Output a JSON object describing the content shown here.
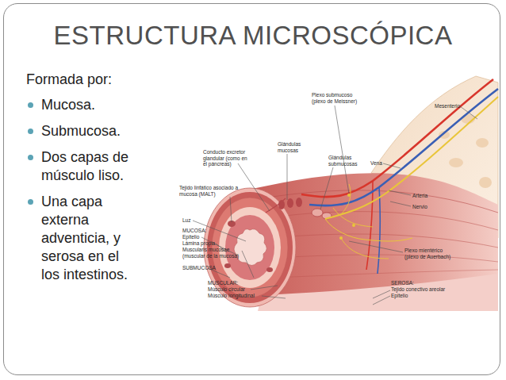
{
  "diagram": {
    "title": "ESTRUCTURA MICROSCÓPICA",
    "labels": [
      "Formada por:",
      "Mucosa.",
      "Submucosa.",
      "Dos capas de músculo liso.",
      "Una capa externa adventicia, y serosa en el los intestinos.",
      "Mesenterio",
      "Plexo submucoso (plexo de Meissner)",
      "Glándulas mucosas",
      "Glándulas submucosas",
      "Vena",
      "Conducto excretor glandular (como en el páncreas)",
      "Arteria",
      "Nervio",
      "Tejido linfático asociado a mucosa (MALT)",
      "Luz",
      "MUCOSA:",
      "Epitelio",
      "Lámina propia",
      "Muscularis mucosae (muscular de la mucosa)",
      "SUBMUCOSA",
      "MUSCULAR:",
      "Músculo circular",
      "Músculo longitudinal",
      "Plexo mientérico (plexo de Auerbach)",
      "SEROSA:",
      "Tejido conectivo areolar",
      "Epitelio"
    ]
  }
}
